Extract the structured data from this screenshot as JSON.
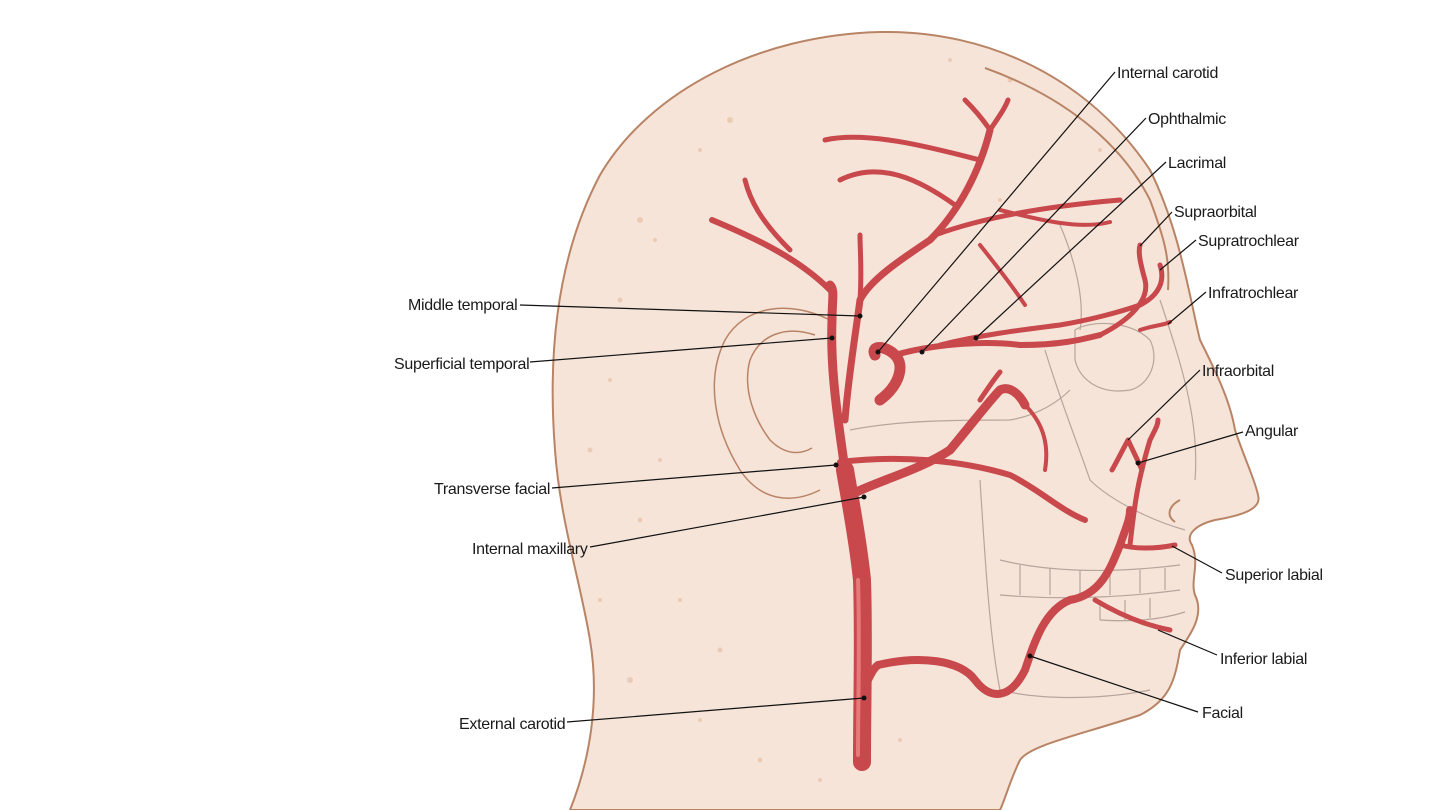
{
  "colors": {
    "background": "#ffffff",
    "skin": "#f6e4d9",
    "skin_outline": "#b98466",
    "freckle": "#e3b795",
    "artery": "#c8484c",
    "artery_highlight": "#e57a79",
    "label_text": "#1a1a1a",
    "leader_line": "#111111"
  },
  "labels": {
    "internal_carotid": "Internal carotid",
    "ophthalmic": "Ophthalmic",
    "lacrimal": "Lacrimal",
    "supraorbital": "Supraorbital",
    "supratrochlear": "Supratrochlear",
    "infratrochlear": "Infratrochlear",
    "infraorbital": "Infraorbital",
    "angular": "Angular",
    "superior_labial": "Superior labial",
    "inferior_labial": "Inferior labial",
    "facial": "Facial",
    "middle_temporal": "Middle temporal",
    "superficial_temporal": "Superficial temporal",
    "transverse_facial": "Transverse facial",
    "internal_maxillary": "Internal maxillary",
    "external_carotid": "External carotid"
  }
}
